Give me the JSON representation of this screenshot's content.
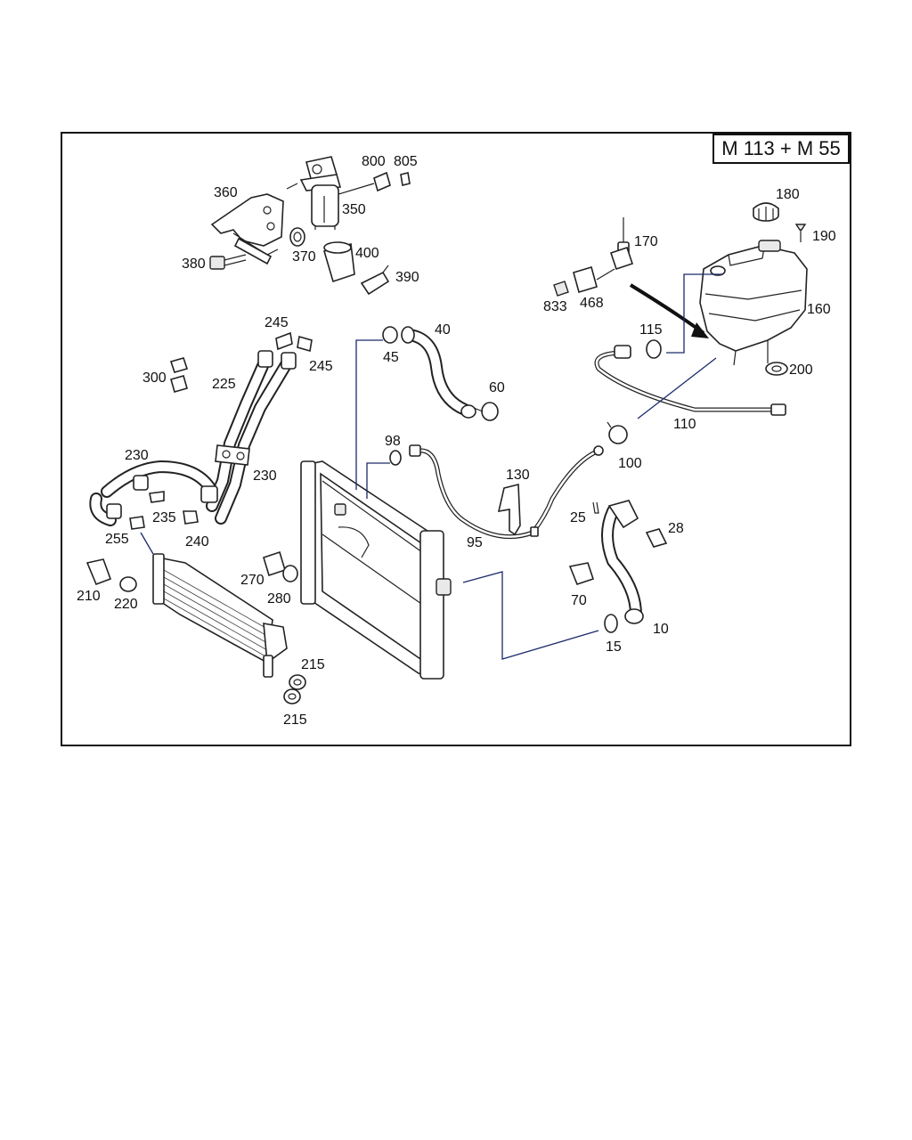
{
  "model": "M 113 + M 55",
  "colors": {
    "line": "#222222",
    "leader": "#1a2a6a",
    "background": "#ffffff"
  },
  "labels": {
    "p800": "800",
    "p805": "805",
    "p360": "360",
    "p350": "350",
    "p380": "380",
    "p370": "370",
    "p400": "400",
    "p390": "390",
    "p180": "180",
    "p190": "190",
    "p170": "170",
    "p833": "833",
    "p468": "468",
    "p160": "160",
    "p115": "115",
    "p200": "200",
    "p110": "110",
    "p245a": "245",
    "p245b": "245",
    "p40": "40",
    "p45": "45",
    "p300": "300",
    "p225": "225",
    "p60": "60",
    "p98": "98",
    "p100": "100",
    "p230a": "230",
    "p230b": "230",
    "p130": "130",
    "p25": "25",
    "p28": "28",
    "p235": "235",
    "p240": "240",
    "p255": "255",
    "p95": "95",
    "p270": "270",
    "p280": "280",
    "p70": "70",
    "p210": "210",
    "p220": "220",
    "p10": "10",
    "p15": "15",
    "p215a": "215",
    "p215b": "215"
  }
}
